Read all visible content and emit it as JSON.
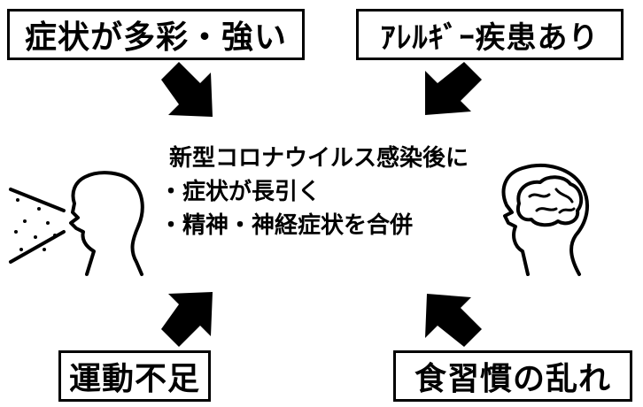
{
  "factors": {
    "top_left": "症状が多彩・強い",
    "top_right": "ｱﾚﾙｷﾞｰ疾患あり",
    "bottom_left": "運動不足",
    "bottom_right": "食習慣の乱れ"
  },
  "center": {
    "headline": "新型コロナウイルス感染後に",
    "bullets": [
      "・症状が長引く",
      "・精神・神経症状を合併"
    ]
  },
  "icons": {
    "left_figure": "head-with-spray-icon",
    "right_figure": "head-with-brain-icon",
    "arrows": "arrow-icon"
  }
}
